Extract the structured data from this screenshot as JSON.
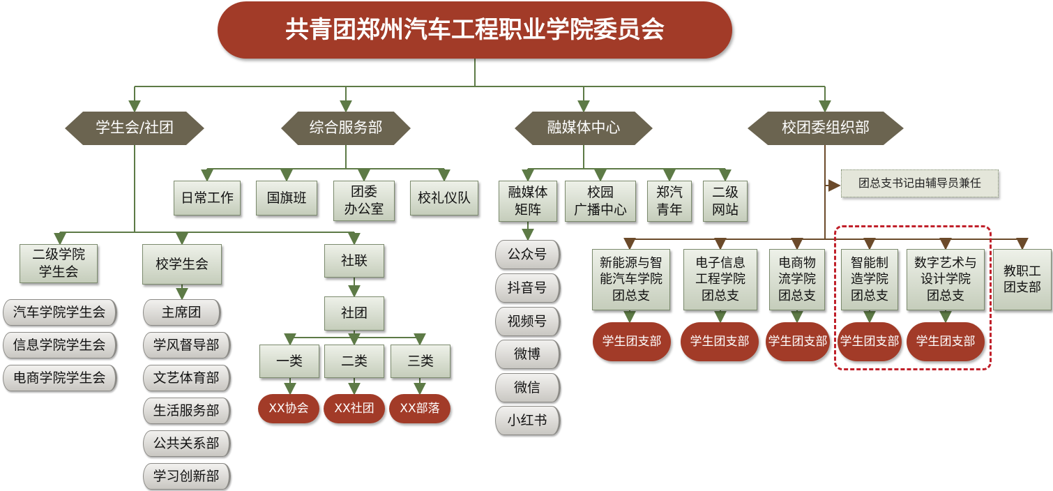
{
  "title": "共青团郑州汽车工程职业学院委员会",
  "colors": {
    "line_green": "#5d7a46",
    "line_brown": "#6b4a2a",
    "accent_red": "#a23b28",
    "dash_red": "#c0202a"
  },
  "departments": {
    "student_union": "学生会/社团",
    "service": "综合服务部",
    "media": "融媒体中心",
    "organization": "校团委组织部"
  },
  "service_units": [
    "日常工作",
    "国旗班",
    "团委\n办公室",
    "校礼仪队"
  ],
  "college_union": {
    "label": "二级学院\n学生会",
    "items": [
      "汽车学院学生会",
      "信息学院学生会",
      "电商学院学生会"
    ]
  },
  "school_union": {
    "label": "校学生会",
    "items": [
      "主席团",
      "学风督导部",
      "文艺体育部",
      "生活服务部",
      "公共关系部",
      "学习创新部"
    ]
  },
  "club_federation": {
    "label": "社联",
    "clubs": "社团",
    "categories": [
      "一类",
      "二类",
      "三类"
    ],
    "examples": [
      "XX协会",
      "XX社团",
      "XX部落"
    ]
  },
  "media_units": [
    "融媒体\n矩阵",
    "校园\n广播中心",
    "郑汽\n青年",
    "二级\n网站"
  ],
  "media_platforms": [
    "公众号",
    "抖音号",
    "视频号",
    "微博",
    "微信",
    "小红书"
  ],
  "org_note": "团总支书记由辅导员兼任",
  "branches": [
    "新能源与智\n能汽车学院\n团总支",
    "电子信息\n工程学院\n团总支",
    "电商物\n流学院\n团总支",
    "智能制\n造学院\n团总支",
    "数字艺术与\n设计学院\n团总支",
    "教职工\n团支部"
  ],
  "sub_branch_label": "学生团支部"
}
